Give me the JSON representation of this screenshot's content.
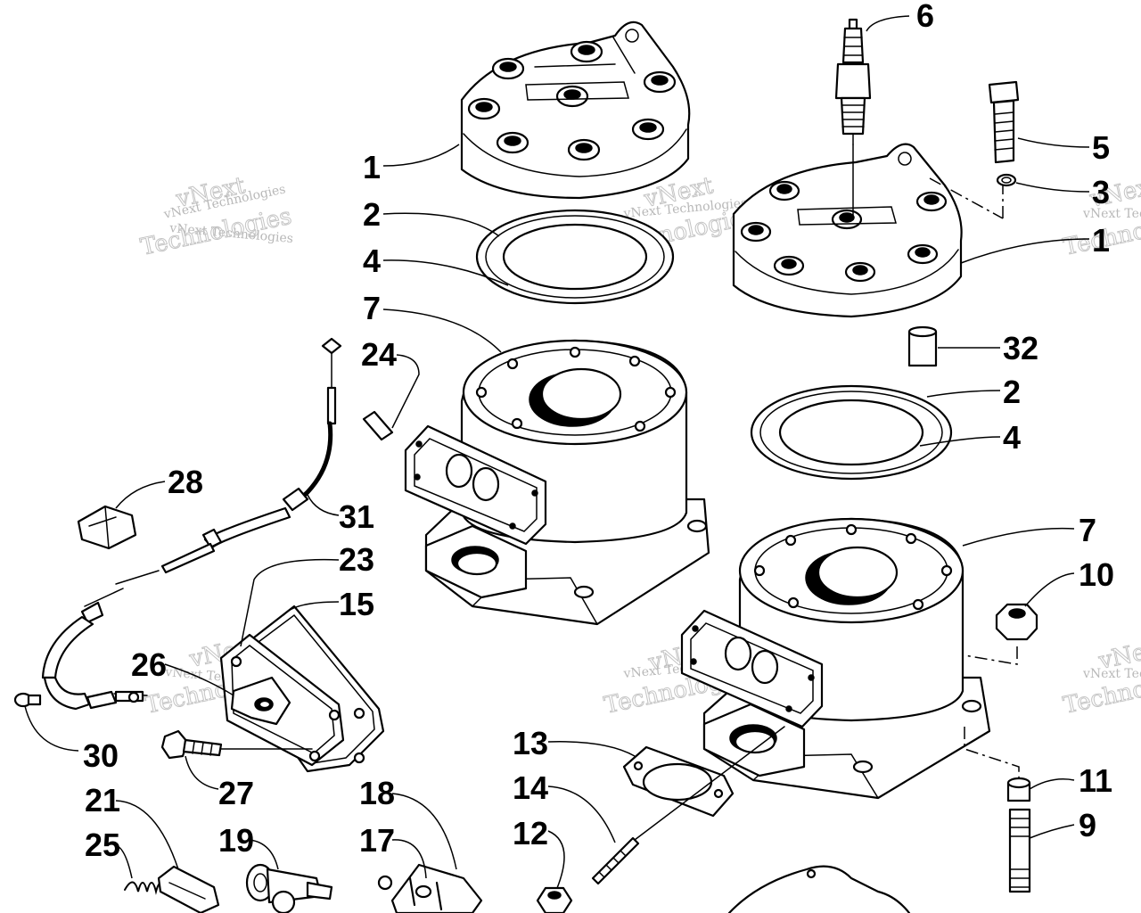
{
  "diagram": {
    "callouts": [
      {
        "id": "c1a",
        "label": "1"
      },
      {
        "id": "c1b",
        "label": "1"
      },
      {
        "id": "c2a",
        "label": "2"
      },
      {
        "id": "c2b",
        "label": "2"
      },
      {
        "id": "c3",
        "label": "3"
      },
      {
        "id": "c4a",
        "label": "4"
      },
      {
        "id": "c4b",
        "label": "4"
      },
      {
        "id": "c5",
        "label": "5"
      },
      {
        "id": "c6",
        "label": "6"
      },
      {
        "id": "c7a",
        "label": "7"
      },
      {
        "id": "c7b",
        "label": "7"
      },
      {
        "id": "c9",
        "label": "9"
      },
      {
        "id": "c10",
        "label": "10"
      },
      {
        "id": "c11",
        "label": "11"
      },
      {
        "id": "c12",
        "label": "12"
      },
      {
        "id": "c13",
        "label": "13"
      },
      {
        "id": "c14",
        "label": "14"
      },
      {
        "id": "c15",
        "label": "15"
      },
      {
        "id": "c17",
        "label": "17"
      },
      {
        "id": "c18",
        "label": "18"
      },
      {
        "id": "c19",
        "label": "19"
      },
      {
        "id": "c21",
        "label": "21"
      },
      {
        "id": "c23",
        "label": "23"
      },
      {
        "id": "c24",
        "label": "24"
      },
      {
        "id": "c25",
        "label": "25"
      },
      {
        "id": "c26",
        "label": "26"
      },
      {
        "id": "c27",
        "label": "27"
      },
      {
        "id": "c28",
        "label": "28"
      },
      {
        "id": "c30",
        "label": "30"
      },
      {
        "id": "c31",
        "label": "31"
      },
      {
        "id": "c32",
        "label": "32"
      }
    ],
    "watermark": {
      "small": "vNext Technologies",
      "big_top": "vNext",
      "big_bottom": "Technologies"
    }
  }
}
